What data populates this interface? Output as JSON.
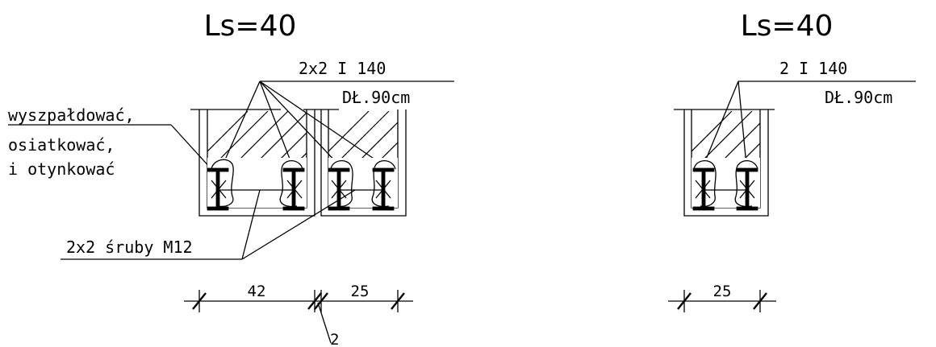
{
  "left_detail": {
    "title": "Ls=40",
    "beam_label": "2x2 I 140",
    "length_label": "DŁ.90cm",
    "note_lines": [
      "wyszpałdować,",
      "osiatkować,",
      "i otynkować"
    ],
    "bolt_label": "2x2 śruby M12",
    "dims": [
      "42",
      "25",
      "2"
    ]
  },
  "right_detail": {
    "title": "Ls=40",
    "beam_label": "2 I 140",
    "length_label": "DŁ.90cm",
    "dims": [
      "25"
    ]
  },
  "colors": {
    "ink": "#000000",
    "background": "#ffffff"
  }
}
